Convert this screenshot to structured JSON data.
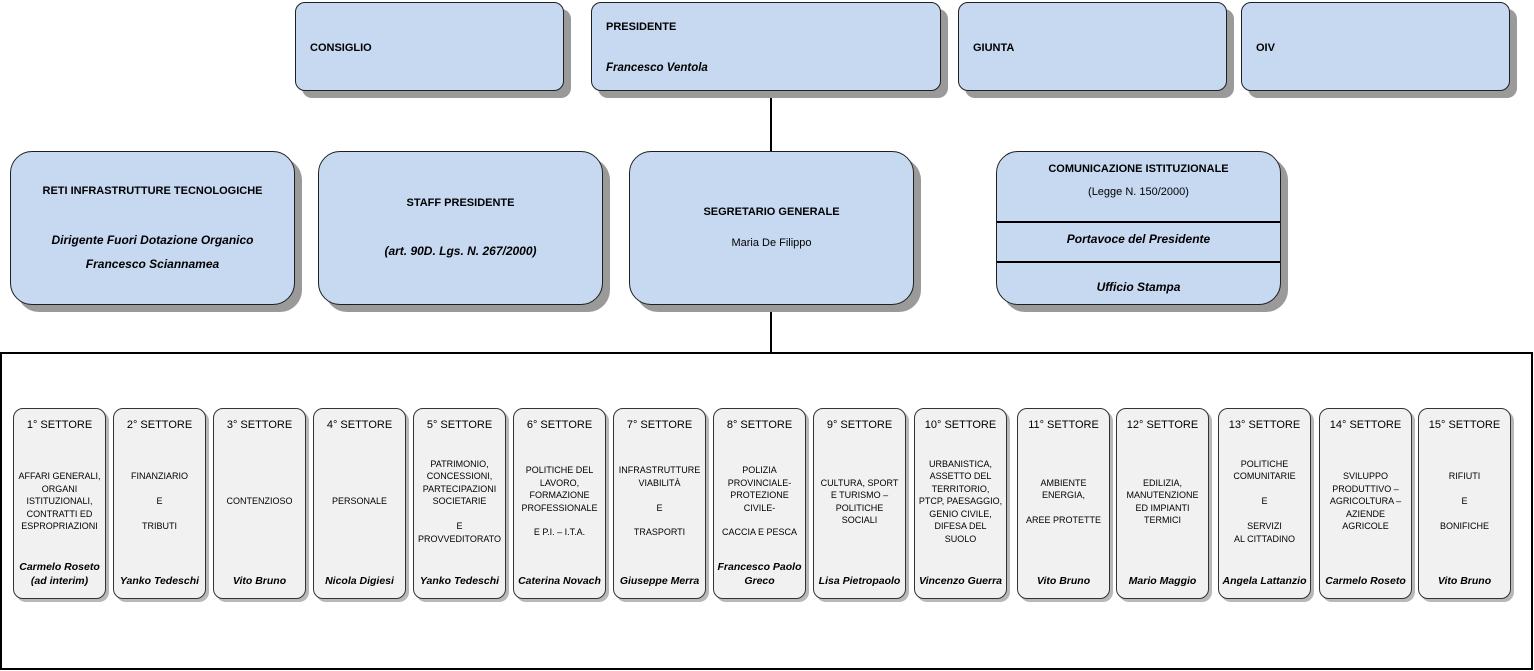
{
  "top_row": {
    "consiglio": "CONSIGLIO",
    "presidente": {
      "title": "PRESIDENTE",
      "name": "Francesco Ventola"
    },
    "giunta": "GIUNTA",
    "oiv": "OIV"
  },
  "middle_row": {
    "reti": {
      "title": "RETI INFRASTRUTTURE TECNOLOGICHE",
      "line1": "Dirigente Fuori Dotazione  Organico",
      "line2": "Francesco Sciannamea"
    },
    "staff": {
      "title": "STAFF PRESIDENTE",
      "line1": "(art. 90D. Lgs. N. 267/2000)"
    },
    "segretario": {
      "title": "SEGRETARIO GENERALE",
      "name": "Maria De Filippo"
    },
    "comunicazione": {
      "title": "COMUNICAZIONE ISTITUZIONALE",
      "law": "(Legge N. 150/2000)",
      "portavoce": "Portavoce del Presidente",
      "ufficio": "Ufficio Stampa"
    }
  },
  "sectors": [
    {
      "num": "1° SETTORE",
      "desc": "AFFARI GENERALI, ORGANI ISTITUZIONALI, CONTRATTI ED ESPROPRIAZIONI",
      "head": "Carmelo Roseto\n(ad interim)"
    },
    {
      "num": "2° SETTORE",
      "desc": "FINANZIARIO\n\nE\n\nTRIBUTI",
      "head": "Yanko Tedeschi"
    },
    {
      "num": "3° SETTORE",
      "desc": "CONTENZIOSO",
      "head": "Vito Bruno"
    },
    {
      "num": "4° SETTORE",
      "desc": "PERSONALE",
      "head": "Nicola Digiesi"
    },
    {
      "num": "5° SETTORE",
      "desc": "PATRIMONIO, CONCESSIONI, PARTECIPAZIONI SOCIETARIE\n\nE\nPROVVEDITORATO",
      "head": "Yanko Tedeschi"
    },
    {
      "num": "6° SETTORE",
      "desc": "POLITICHE DEL LAVORO, FORMAZIONE PROFESSIONALE\n\nE P.I. – I.T.A.",
      "head": "Caterina Novach"
    },
    {
      "num": "7° SETTORE",
      "desc": "INFRASTRUTTURE VIABILITÀ\n\nE\n\nTRASPORTI",
      "head": "Giuseppe Merra"
    },
    {
      "num": "8° SETTORE",
      "desc": "POLIZIA PROVINCIALE-PROTEZIONE CIVILE-\n\nCACCIA E PESCA",
      "head": "Francesco Paolo\nGreco"
    },
    {
      "num": "9° SETTORE",
      "desc": "CULTURA, SPORT E TURISMO – POLITICHE SOCIALI",
      "head": "Lisa Pietropaolo"
    },
    {
      "num": "10° SETTORE",
      "desc": "URBANISTICA, ASSETTO DEL TERRITORIO, PTCP, PAESAGGIO, GENIO CIVILE, DIFESA DEL SUOLO",
      "head": "Vincenzo Guerra"
    },
    {
      "num": "11° SETTORE",
      "desc": "AMBIENTE ENERGIA,\n\nAREE PROTETTE",
      "head": "Vito Bruno"
    },
    {
      "num": "12° SETTORE",
      "desc": "EDILIZIA, MANUTENZIONE ED IMPIANTI TERMICI",
      "head": "Mario Maggio"
    },
    {
      "num": "13° SETTORE",
      "desc": "POLITICHE COMUNITARIE\n\nE\n\nSERVIZI\nAL CITTADINO",
      "head": "Angela Lattanzio"
    },
    {
      "num": "14° SETTORE",
      "desc": "SVILUPPO PRODUTTIVO – AGRICOLTURA – AZIENDE AGRICOLE",
      "head": "Carmelo Roseto"
    },
    {
      "num": "15° SETTORE",
      "desc": "RIFIUTI\n\nE\n\nBONIFICHE",
      "head": "Vito Bruno"
    }
  ]
}
